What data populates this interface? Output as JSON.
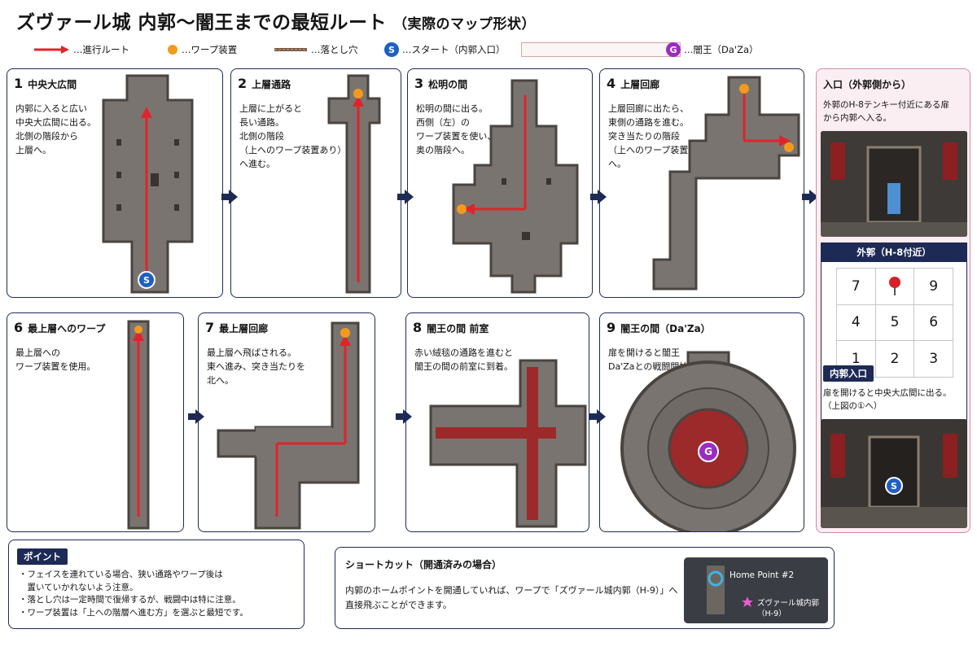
{
  "title": "ズヴァール城 内郭〜闇王までの最短ルート",
  "subtitle": "（実際のマップ形状）",
  "legend": {
    "route": "…進行ルート",
    "warp": "…ワープ装置",
    "pitfall": "…落とし穴",
    "start_symbol": "S",
    "start": "…スタート（内郭入口）",
    "goal_symbol": "G",
    "goal": "…闇王（Da'Za）"
  },
  "colors": {
    "route": "#e0232b",
    "warp": "#f39a1d",
    "start": "#1f5fc4",
    "goal": "#9b2cc2",
    "navy": "#1d2a55",
    "floor": "#7a7470",
    "wall": "#4a4440",
    "carpet": "#9c2a2a"
  },
  "steps": [
    {
      "num": "1",
      "title": "中央大広間",
      "desc": "内郭に入ると広い\n中央大広間に出る。\n北側の階段から\n上層へ。"
    },
    {
      "num": "2",
      "title": "上層通路",
      "desc": "上層に上がると\n長い通路。\n北側の階段\n（上へのワープ装置あり）\nへ進む。"
    },
    {
      "num": "3",
      "title": "松明の間",
      "desc": "松明の間に出る。\n西側（左）の\nワープ装置を使い、\n奥の階段へ。"
    },
    {
      "num": "4",
      "title": "上層回廊",
      "desc": "上層回廊に出たら、\n東側の通路を進む。\n突き当たりの階段\n（上へのワープ装置あり）\nへ。"
    },
    {
      "num": "6",
      "title": "最上層へのワープ",
      "desc": "最上層への\nワープ装置を使用。"
    },
    {
      "num": "7",
      "title": "最上層回廊",
      "desc": "最上層へ飛ばされる。\n東へ進み、突き当たりを\n北へ。"
    },
    {
      "num": "8",
      "title": "闇王の間 前室",
      "desc": "赤い絨毯の通路を進むと\n闇王の間の前室に到着。"
    },
    {
      "num": "9",
      "title": "闇王の間（Da'Za）",
      "desc": "扉を開けると闇王\nDa'Zaとの戦闘開始。"
    }
  ],
  "side": {
    "entry_title": "入口（外郭側から）",
    "entry_desc": "外郭のH-8テンキー付近にある扉\nから内郭へ入る。",
    "grid_title": "外郭（H-8付近）",
    "grid": [
      "7",
      "",
      "9",
      "4",
      "5",
      "6",
      "1",
      "2",
      "3"
    ],
    "inner_tag": "内郭入口",
    "inner_desc": "扉を開けると中央大広間に出る。\n（上図の①へ）"
  },
  "points": {
    "tag": "ポイント",
    "items": [
      "・フェイスを連れている場合、狭い通路やワープ後は\n　置いていかれないよう注意。",
      "・落とし穴は一定時間で復帰するが、戦闘中は特に注意。",
      "・ワープ装置は「上への階層へ進む方」を選ぶと最短です。"
    ]
  },
  "shortcut": {
    "title": "ショートカット（開通済みの場合）",
    "text": "内郭のホームポイントを開通していれば、ワープで「ズヴァール城内郭（H-9）」へ\n直接飛ぶことができます。",
    "hp_label": "Home Point #2",
    "dest": "ズヴァール城内郭\n（H-9）"
  }
}
